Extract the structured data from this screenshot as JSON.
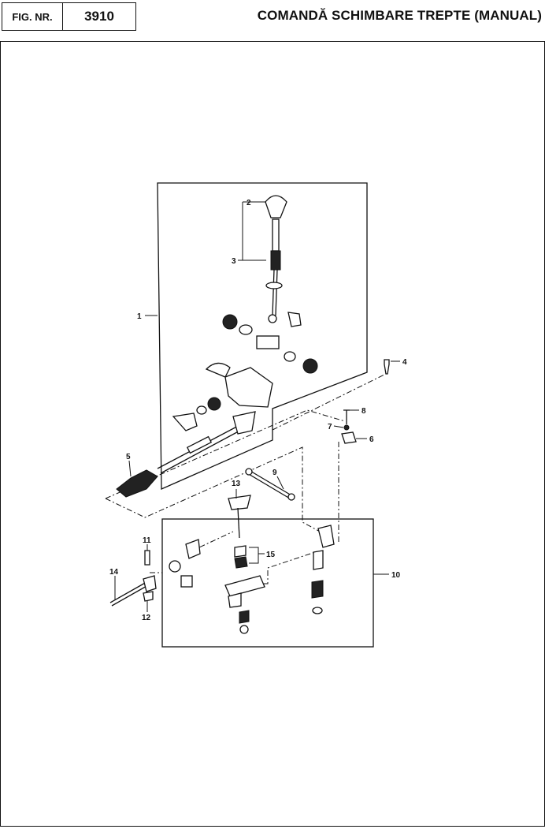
{
  "header": {
    "fig_label": "FIG. NR.",
    "fig_number": "3910",
    "title": "COMANDĂ SCHIMBARE TREPTE (MANUAL)"
  },
  "callouts": [
    "1",
    "2",
    "3",
    "4",
    "5",
    "6",
    "7",
    "8",
    "9",
    "10",
    "11",
    "12",
    "13",
    "14",
    "15"
  ]
}
